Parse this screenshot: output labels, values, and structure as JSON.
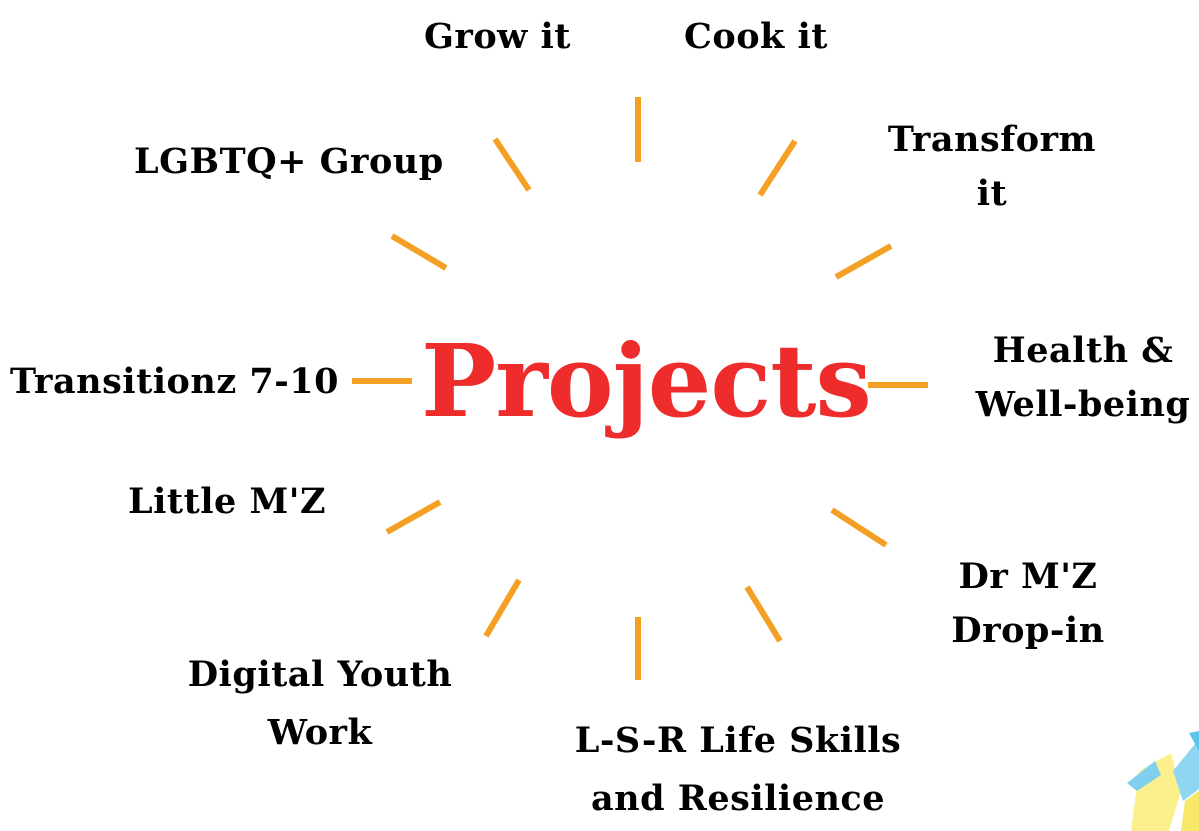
{
  "title": "Projects",
  "colors": {
    "title": "#ee2c2c",
    "rays": "#f4a024",
    "labels": "#000000"
  },
  "projects": [
    {
      "label": "Grow it"
    },
    {
      "label": "Cook it"
    },
    {
      "label_lines": [
        "Transform",
        "it"
      ]
    },
    {
      "label": "LGBTQ+ Group"
    },
    {
      "label_lines": [
        "Health &",
        "Well-being"
      ]
    },
    {
      "label": "Transitionz 7-10"
    },
    {
      "label": "Little M'Z"
    },
    {
      "label_lines": [
        "Dr M'Z",
        "Drop-in"
      ]
    },
    {
      "label_lines": [
        "Digital Youth",
        "Work"
      ]
    },
    {
      "label_lines": [
        "L-S-R Life Skills",
        "and Resilience"
      ]
    }
  ]
}
